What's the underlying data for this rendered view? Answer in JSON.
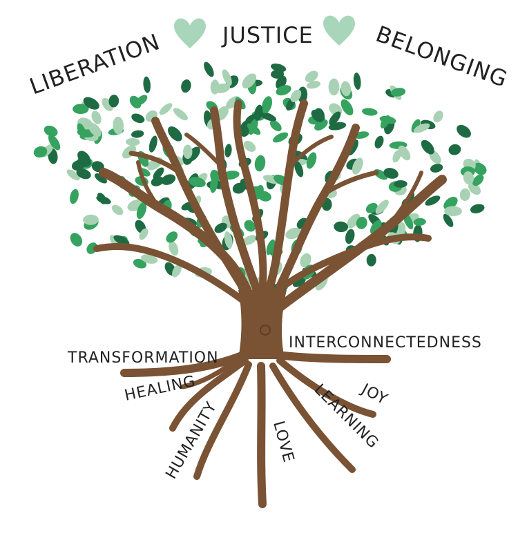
{
  "top_words": {
    "left": "LIBERATION",
    "center": "JUSTICE",
    "right": "BELONGING"
  },
  "root_words": {
    "transformation": "TRANSFORMATION",
    "interconnectedness": "INTERCONNECTEDNESS",
    "healing": "HEALING",
    "joy": "JOY",
    "humanity": "HUMANITY",
    "love": "LOVE",
    "learning": "LEARNING"
  },
  "colors": {
    "trunk": "#7a5234",
    "trunk_line": "#5e3c24",
    "leaf_dark": "#1e6b43",
    "leaf_mid": "#36a25f",
    "leaf_light": "#a9d2b4",
    "heart": "#a8d6bb",
    "text": "#222222"
  },
  "icons": {
    "heart_left": "heart-icon",
    "heart_right": "heart-icon"
  }
}
